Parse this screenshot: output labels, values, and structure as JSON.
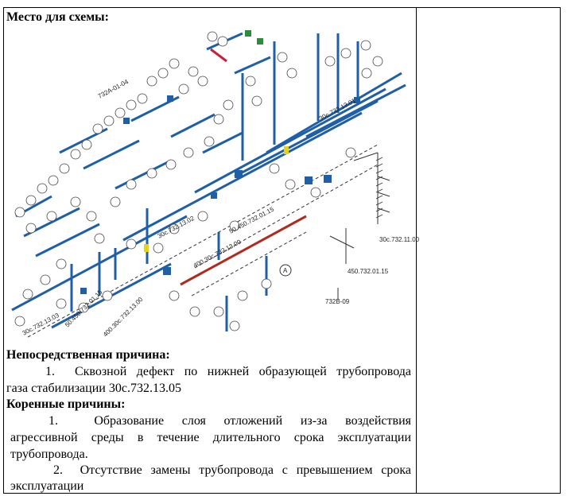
{
  "scheme_title": "Место для схемы:",
  "scheme_labels": {
    "l1": "732А-01-04",
    "l2": "30с.732.13.01",
    "l3": "30с.732.13.02",
    "l4": "30с.732.13.03",
    "l5": "50.450.732.01.15",
    "l6": "400.30с.732.13.00",
    "l7": "50.450.732.01.15",
    "l8": "400.30с.732.13.00",
    "l9": "30с.732.11.00",
    "l10": "450.732.01.15",
    "l11": "732В-09",
    "l12": "А"
  },
  "direct_cause_heading": "Непосредственная причина:",
  "direct_cause": {
    "num": "1.",
    "line1": "Сквозной дефект по нижней образующей трубопровода",
    "line2": "газа стабилизации 30с.732.13.05"
  },
  "root_causes_heading": "Коренные причины:",
  "root_causes": [
    {
      "num": "1.",
      "lines": [
        "Образование слоя отложений из-за воздействия",
        "агрессивной среды в течение длительного срока эксплуатации",
        "трубопровода."
      ]
    },
    {
      "num": "2.",
      "lines": [
        "Отсутствие замены трубопровода с превышением срока",
        "эксплуатации"
      ]
    }
  ],
  "colors": {
    "pipe": "#1f5fa8",
    "defect": "#b02a1e",
    "valve": "#1f5fa8",
    "marker_green": "#2e8b3d",
    "marker_yellow": "#e6d21a",
    "marker_red": "#c8203a"
  }
}
